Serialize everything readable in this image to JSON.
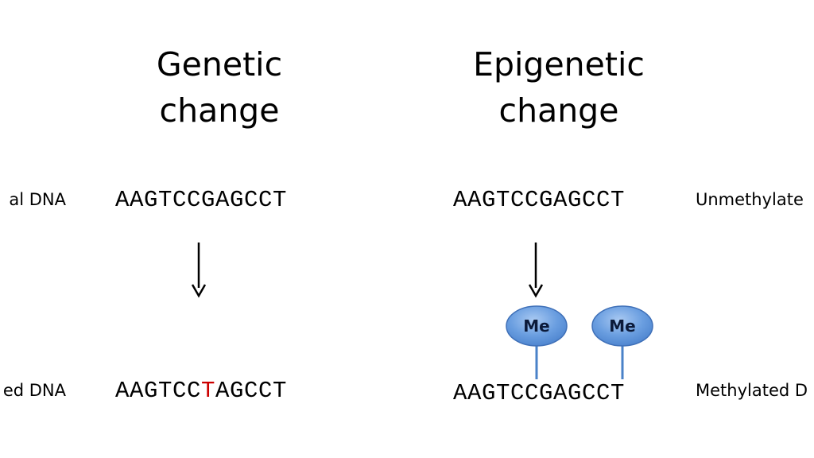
{
  "genetic": {
    "title_line1": "Genetic",
    "title_line2": "change",
    "before_label": "al DNA",
    "after_label": "ed DNA",
    "sequence_before": "AAGTCCGAGCCT",
    "sequence_after_prefix": "AAGTCC",
    "sequence_after_mutation": "T",
    "sequence_after_suffix": "AGCCT",
    "mutation_color": "#cc0000"
  },
  "epigenetic": {
    "title_line1": "Epigenetic",
    "title_line2": "change",
    "before_label": "Unmethylate",
    "after_label": "Methylated D",
    "sequence_before": "AAGTCCGAGCCT",
    "sequence_after": "AAGTCCGAGCCT",
    "methyl_marks": [
      {
        "label": "Me"
      },
      {
        "label": "Me"
      }
    ],
    "methyl_fill": "#6a9ee0",
    "methyl_stroke": "#3f70b8",
    "methyl_stem_color": "#4a82c8"
  },
  "icons": {
    "arrow": "arrow-down-icon",
    "methyl_group": "methyl-group-icon"
  }
}
